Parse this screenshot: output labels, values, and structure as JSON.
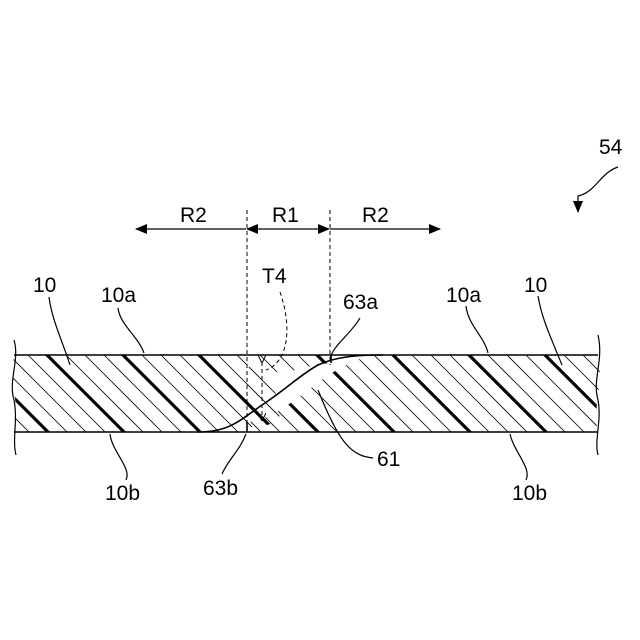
{
  "figure_ref": "54",
  "regions": {
    "left": "R2",
    "center": "R1",
    "right": "R2"
  },
  "labels": {
    "layer_left": "10",
    "layer_right": "10",
    "top_surface_left": "10a",
    "top_surface_right": "10a",
    "bottom_surface_left": "10b",
    "bottom_surface_right": "10b",
    "thickness": "T4",
    "joint_upper": "63a",
    "joint_lower": "63b",
    "joint": "61"
  }
}
